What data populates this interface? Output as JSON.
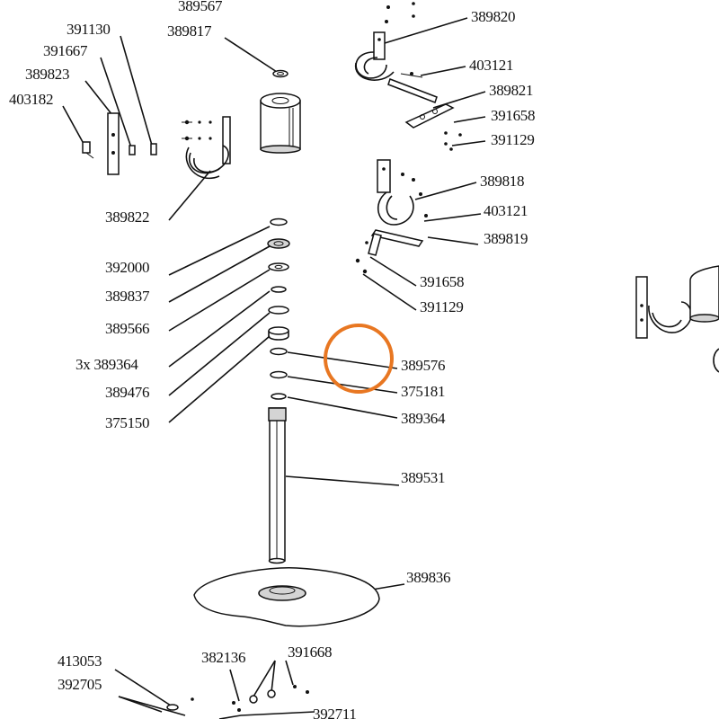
{
  "labels": {
    "p389567": "389567",
    "p391130": "391130",
    "p389817": "389817",
    "p391667": "391667",
    "p389823": "389823",
    "p403182": "403182",
    "p389822": "389822",
    "p389820": "389820",
    "p403121a": "403121",
    "p389821": "389821",
    "p391658a": "391658",
    "p391129a": "391129",
    "p389818": "389818",
    "p403121b": "403121",
    "p389819": "389819",
    "p391658b": "391658",
    "p391129b": "391129",
    "p392000": "392000",
    "p389837": "389837",
    "p389566": "389566",
    "p3x389364": "3x 389364",
    "p389476": "389476",
    "p375150": "375150",
    "p389576": "389576",
    "p375181": "375181",
    "p389364": "389364",
    "p389531": "389531",
    "p389836": "389836",
    "p413053": "413053",
    "p392705": "392705",
    "p382136": "382136",
    "p391668": "391668",
    "p392711": "392711"
  },
  "highlight": {
    "color": "#e87722",
    "target": "389576"
  },
  "colors": {
    "ink": "#111111",
    "background": "#ffffff"
  }
}
